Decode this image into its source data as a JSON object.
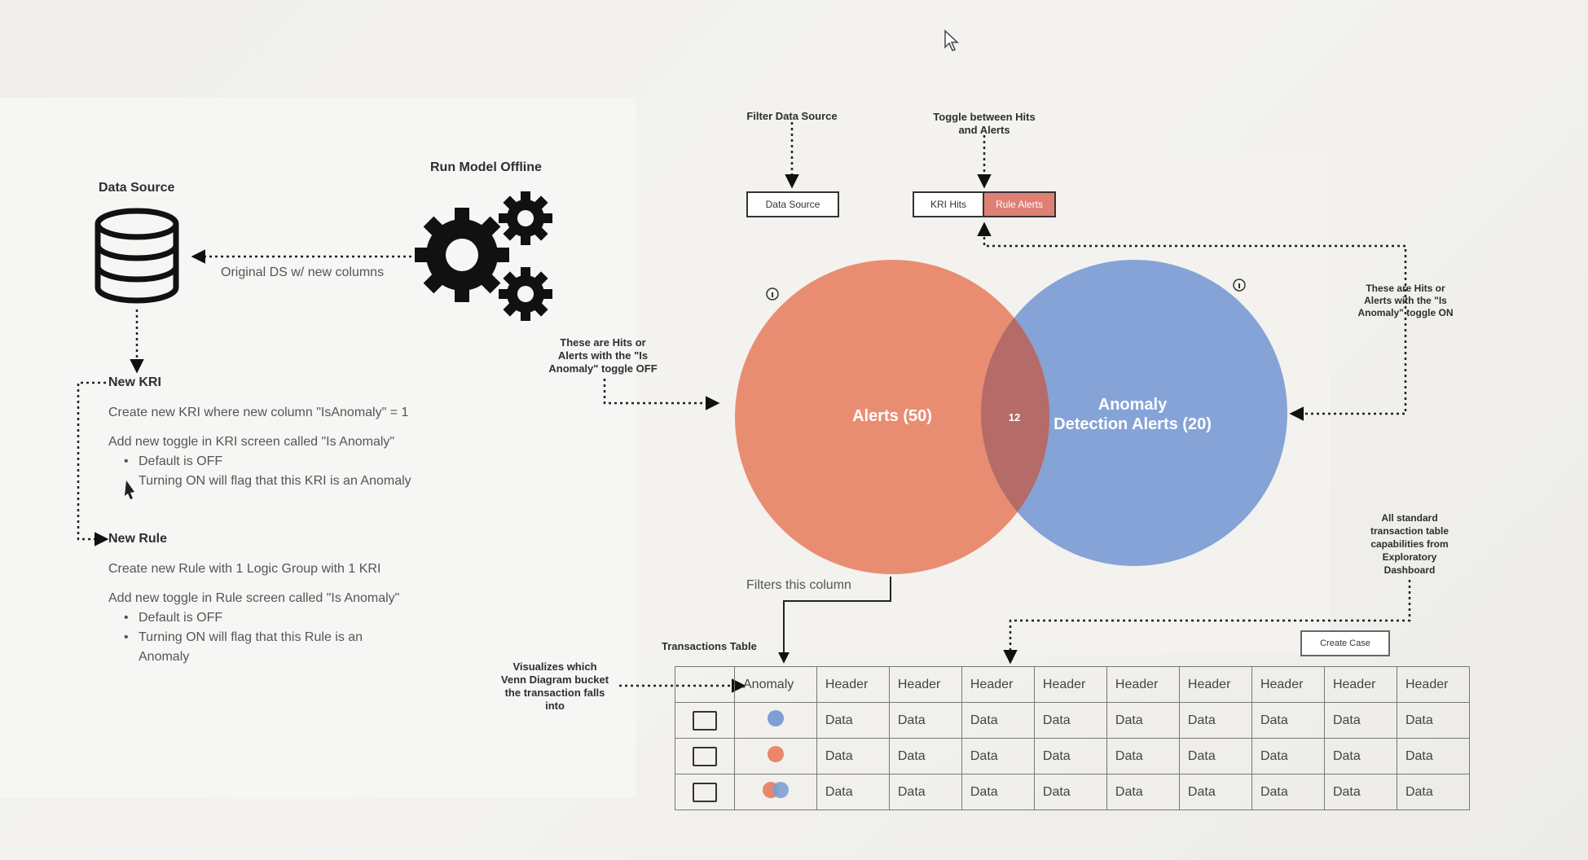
{
  "left": {
    "data_source_label": "Data Source",
    "run_model_label": "Run Model Offline",
    "arrow_label": "Original DS w/ new columns",
    "new_kri": {
      "title": "New KRI",
      "line1": "Create new KRI where new column \"IsAnomaly\" = 1",
      "line2": "Add new toggle in KRI screen called \"Is Anomaly\"",
      "bullet1": "Default is OFF",
      "bullet2": "Turning ON will flag that this KRI is an Anomaly"
    },
    "new_rule": {
      "title": "New Rule",
      "line1": "Create new Rule with 1 Logic Group with 1 KRI",
      "line2": "Add new toggle in Rule screen called \"Is Anomaly\"",
      "bullet1": "Default is OFF",
      "bullet2a": "Turning ON will flag that this Rule is an",
      "bullet2b": "Anomaly"
    }
  },
  "right": {
    "filter_label": "Filter Data Source",
    "toggle_label_1": "Toggle between Hits",
    "toggle_label_2": "and Alerts",
    "data_source_box": "Data Source",
    "kri_hits_box": "KRI Hits",
    "rule_alerts_box": "Rule Alerts",
    "note_off_1": "These are Hits or",
    "note_off_2": "Alerts with the \"Is",
    "note_off_3": "Anomaly\" toggle OFF",
    "note_on_1": "These are Hits or",
    "note_on_2": "Alerts with the \"Is",
    "note_on_3": "Anomaly\" toggle ON",
    "venn_left": "Alerts (50)",
    "venn_overlap": "12",
    "venn_right_1": "Anomaly",
    "venn_right_2": "Detection Alerts (20)",
    "filters_label": "Filters this column",
    "standard_1": "All standard",
    "standard_2": "transaction table",
    "standard_3": "capabilities from",
    "standard_4": "Exploratory",
    "standard_5": "Dashboard",
    "create_case": "Create Case",
    "table_title": "Transactions Table",
    "viz_1": "Visualizes which",
    "viz_2": "Venn Diagram bucket",
    "viz_3": "the transaction falls",
    "viz_4": "into",
    "table": {
      "headers": [
        "Anomaly",
        "Header",
        "Header",
        "Header",
        "Header",
        "Header",
        "Header",
        "Header",
        "Header",
        "Header"
      ],
      "rows": [
        {
          "anomaly": "blue",
          "cells": [
            "Data",
            "Data",
            "Data",
            "Data",
            "Data",
            "Data",
            "Data",
            "Data",
            "Data"
          ]
        },
        {
          "anomaly": "orange",
          "cells": [
            "Data",
            "Data",
            "Data",
            "Data",
            "Data",
            "Data",
            "Data",
            "Data",
            "Data"
          ]
        },
        {
          "anomaly": "both",
          "cells": [
            "Data",
            "Data",
            "Data",
            "Data",
            "Data",
            "Data",
            "Data",
            "Data",
            "Data"
          ]
        }
      ]
    }
  },
  "colors": {
    "orange": "#e8876a",
    "blue": "#7e9ed4",
    "overlap": "#b56b68",
    "rule_alerts_fill": "#e07f74"
  }
}
